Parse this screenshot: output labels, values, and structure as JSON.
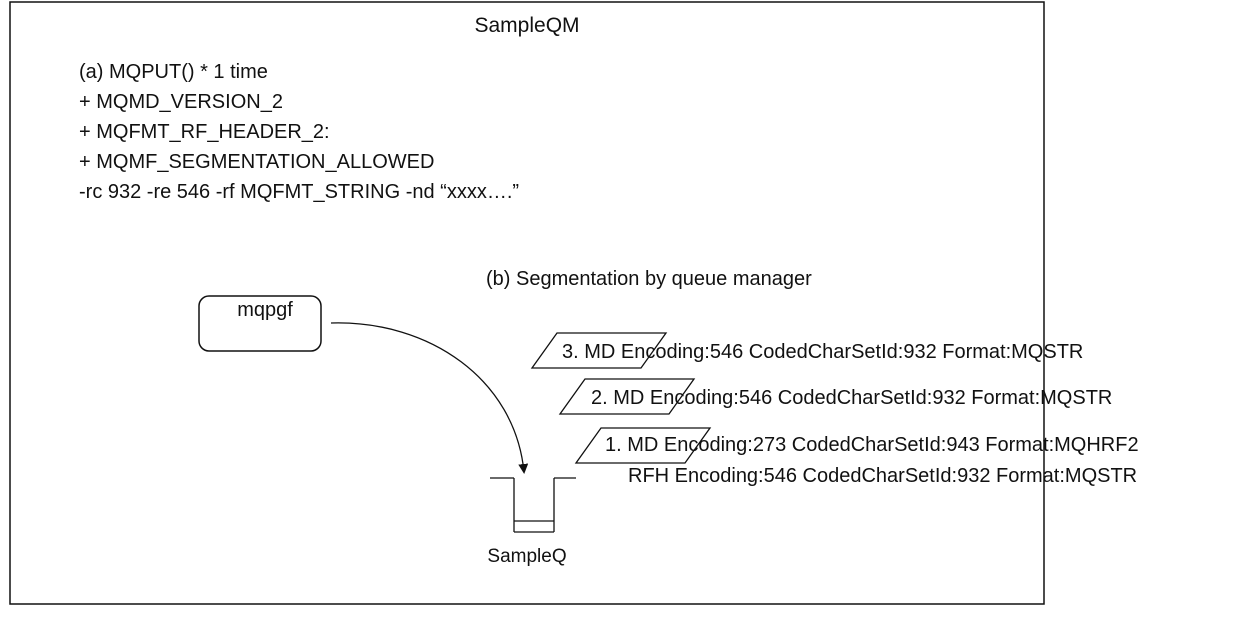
{
  "title": "SampleQM",
  "section_a": {
    "lines": [
      "(a) MQPUT() * 1 time",
      "+ MQMD_VERSION_2",
      "+ MQFMT_RF_HEADER_2:",
      "+ MQMF_SEGMENTATION_ALLOWED",
      "-rc 932 -re 546 -rf MQFMT_STRING -nd “xxxx….”"
    ]
  },
  "section_b": {
    "label": "(b) Segmentation by queue manager"
  },
  "program": {
    "label": "mqpgf"
  },
  "queue": {
    "label": "SampleQ"
  },
  "messages": [
    {
      "text": "3. MD Encoding:546 CodedCharSetId:932 Format:MQSTR"
    },
    {
      "text": "2. MD Encoding:546 CodedCharSetId:932 Format:MQSTR"
    },
    {
      "text": "1. MD Encoding:273 CodedCharSetId:943 Format:MQHRF2",
      "subtext": "RFH Encoding:546 CodedCharSetId:932 Format:MQSTR"
    }
  ]
}
